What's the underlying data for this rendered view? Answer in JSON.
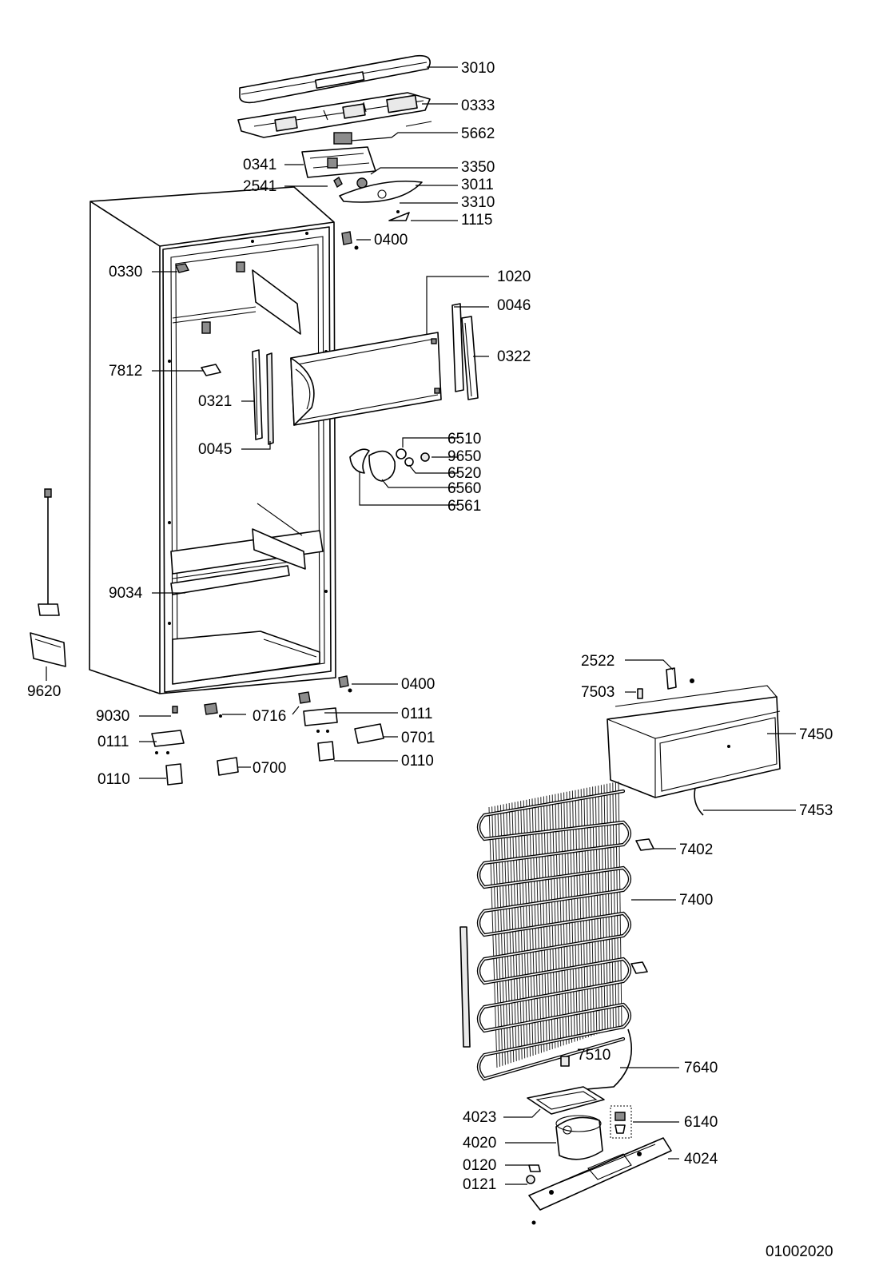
{
  "diagram_id": "01002020",
  "part_labels": {
    "p3010": "3010",
    "p0333": "0333",
    "p5662": "5662",
    "p0341": "0341",
    "p3350": "3350",
    "p2541": "2541",
    "p3011": "3011",
    "p3310": "3310",
    "p1115": "1115",
    "p0400a": "0400",
    "p0330": "0330",
    "p1020": "1020",
    "p0046": "0046",
    "p7812": "7812",
    "p0322": "0322",
    "p0321": "0321",
    "p0045": "0045",
    "p6510": "6510",
    "p9650": "9650",
    "p6520": "6520",
    "p6560": "6560",
    "p6561": "6561",
    "p9034": "9034",
    "p9620": "9620",
    "p0400b": "0400",
    "p9030": "9030",
    "p0716": "0716",
    "p0111a": "0111",
    "p0111b": "0111",
    "p0701": "0701",
    "p0110a": "0110",
    "p0110b": "0110",
    "p0700": "0700",
    "p2522": "2522",
    "p7503": "7503",
    "p7450": "7450",
    "p7453": "7453",
    "p7402": "7402",
    "p7400": "7400",
    "p7510": "7510",
    "p7640": "7640",
    "p4023": "4023",
    "p6140": "6140",
    "p4020": "4020",
    "p4024": "4024",
    "p0120": "0120",
    "p0121": "0121"
  }
}
